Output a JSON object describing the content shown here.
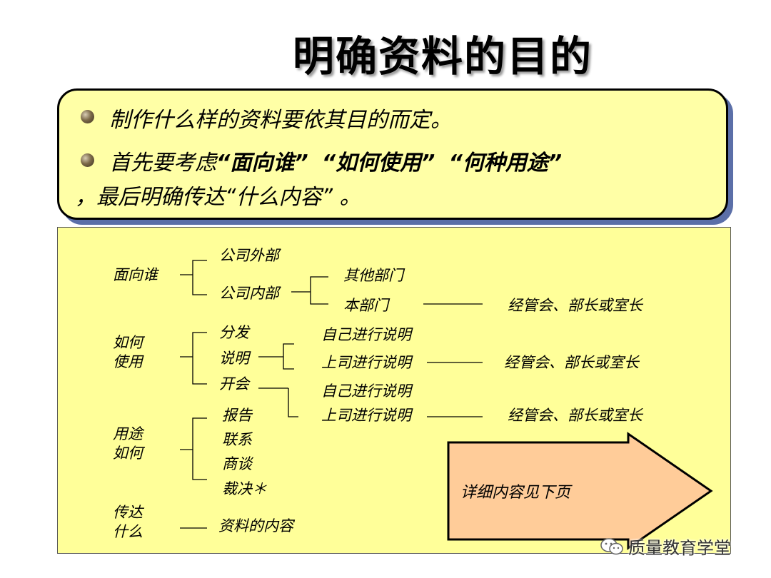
{
  "title": "明确资料的目的",
  "callout": {
    "line1": "制作什么样的资料要依其目的而定。",
    "line2_prefix": "首先要考虑",
    "q1": "“面向谁”",
    "q2": "“如何使用”",
    "q3": "“何种用途”",
    "line3": "，最后明确传达“什么内容” 。"
  },
  "tree": {
    "face_who": "面向谁",
    "external": "公司外部",
    "internal": "公司内部",
    "other_dept": "其他部门",
    "own_dept": "本部门",
    "mgmt1": "经管会、部长或室长",
    "how_use_1": "如何",
    "how_use_2": "使用",
    "distribute": "分发",
    "explain": "说明",
    "meeting": "开会",
    "self_explain_1": "自己进行说明",
    "boss_explain_1": "上司进行说明",
    "mgmt2": "经管会、部长或室长",
    "self_explain_2": "自己进行说明",
    "boss_explain_2": "上司进行说明",
    "mgmt3": "经管会、部长或室长",
    "purpose_1": "用途",
    "purpose_2": "如何",
    "report": "报告",
    "contact": "联系",
    "discuss": "商谈",
    "decide": "裁决＊",
    "convey_1": "传达",
    "convey_2": "什么",
    "content": "资料的内容"
  },
  "arrow_label": "详细内容见下页",
  "watermark": "质量教育学堂",
  "colors": {
    "callout_bg": "#ffffa6",
    "panel_bg": "#ffff99",
    "arrow_fill": "#ffcc99",
    "shadow": "#5b6fa8"
  }
}
